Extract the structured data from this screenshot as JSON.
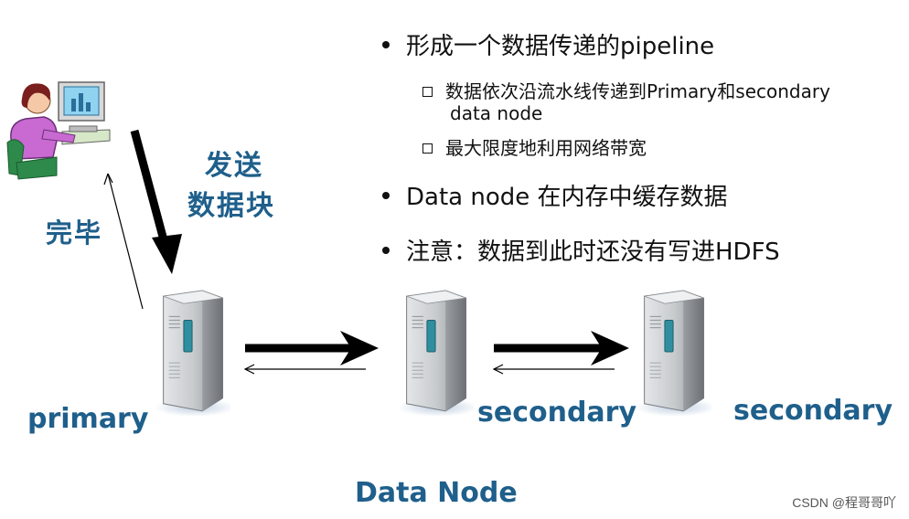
{
  "bullets": {
    "b1": "形成一个数据传递的pipeline",
    "b1_sub1_line1": "数据依次沿流水线传递到Primary和secondary",
    "b1_sub1_line2": "data node",
    "b1_sub2": "最大限度地利用网络带宽",
    "b2": "Data node 在内存中缓存数据",
    "b3": "注意：数据到此时还没有写进HDFS"
  },
  "labels": {
    "send_line1": "发送",
    "send_line2": "数据块",
    "done": "完毕",
    "primary": "primary",
    "secondary_1": "secondary",
    "secondary_2": "secondary",
    "data_node": "Data Node"
  },
  "watermark": "CSDN @程哥哥吖",
  "colors": {
    "label_blue": "#1f5f8b",
    "text": "#111111",
    "arrow": "#000000"
  },
  "icons": {
    "user": "person-at-computer-icon",
    "server": "server-tower-icon"
  }
}
